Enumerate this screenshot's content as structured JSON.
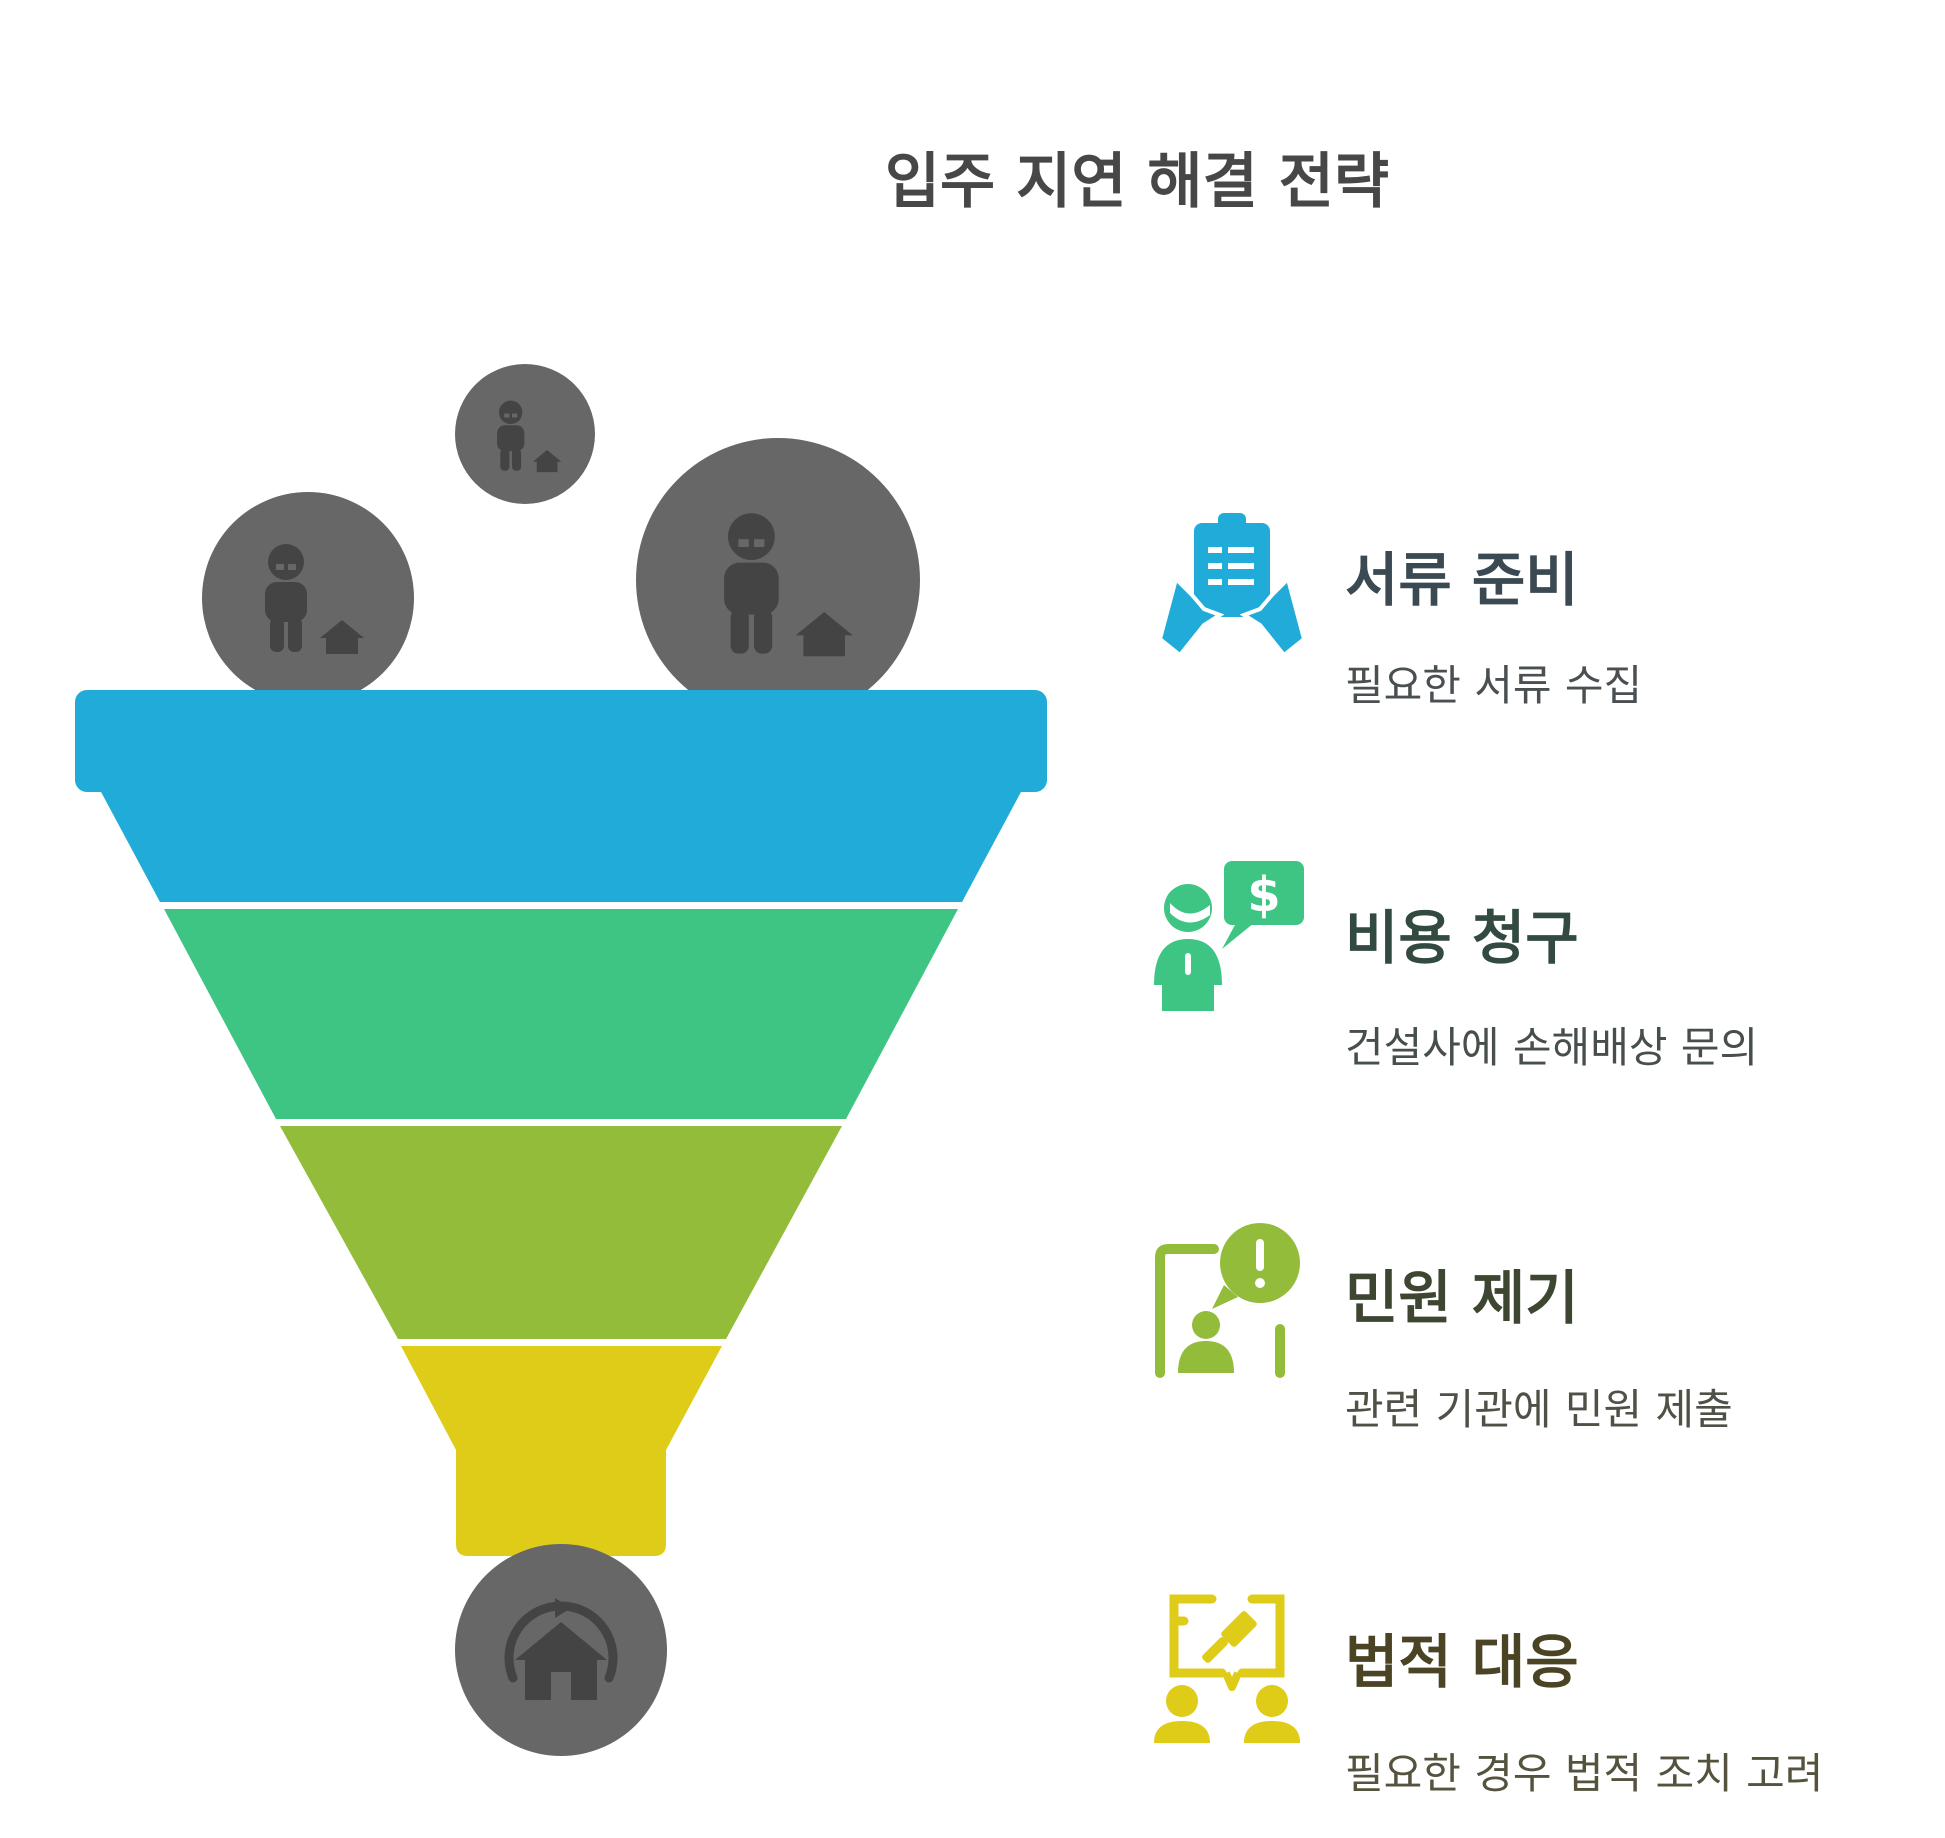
{
  "title": "입주 지연 해결 전략",
  "colors": {
    "stage1": "#20ABD8",
    "stage2": "#3EC584",
    "stage3": "#93BC3A",
    "stage4": "#DECC18",
    "circle": "#676767",
    "icon_dark": "#444444",
    "title_text": "#474747"
  },
  "steps": [
    {
      "title": "서류 준비",
      "description": "필요한 서류 수집",
      "icon": "document-hands-icon",
      "color": "#20ABD8",
      "title_color": "#3B4A52",
      "desc_color": "#4A4F52"
    },
    {
      "title": "비용 청구",
      "description": "건설사에 손해배상 문의",
      "icon": "person-dollar-chat-icon",
      "color": "#3EC584",
      "title_color": "#334A40",
      "desc_color": "#474F4A"
    },
    {
      "title": "민원 제기",
      "description": "관련 기관에 민원 제출",
      "icon": "complaint-alert-icon",
      "color": "#93BC3A",
      "title_color": "#3D4630",
      "desc_color": "#4E5246"
    },
    {
      "title": "법적 대응",
      "description": "필요한 경우 법적 조치 고려",
      "icon": "legal-gavel-icon",
      "color": "#DECC18",
      "title_color": "#4A4424",
      "desc_color": "#55523E"
    }
  ],
  "inputs": [
    {
      "icon": "person-home-icon"
    },
    {
      "icon": "person-home-icon"
    },
    {
      "icon": "person-home-icon"
    }
  ],
  "output": {
    "icon": "home-refresh-icon"
  }
}
